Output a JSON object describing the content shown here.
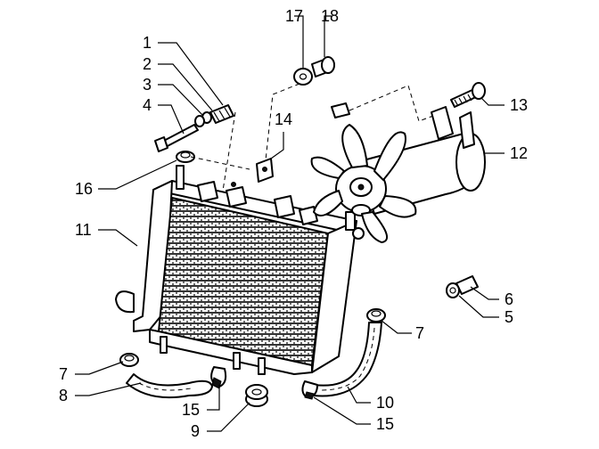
{
  "callouts": [
    {
      "id": "c1",
      "text": "1"
    },
    {
      "id": "c2",
      "text": "2"
    },
    {
      "id": "c3",
      "text": "3"
    },
    {
      "id": "c4",
      "text": "4"
    },
    {
      "id": "c5",
      "text": "5"
    },
    {
      "id": "c6",
      "text": "6"
    },
    {
      "id": "c7a",
      "text": "7"
    },
    {
      "id": "c7b",
      "text": "7"
    },
    {
      "id": "c8",
      "text": "8"
    },
    {
      "id": "c9",
      "text": "9"
    },
    {
      "id": "c10",
      "text": "10"
    },
    {
      "id": "c11",
      "text": "11"
    },
    {
      "id": "c12",
      "text": "12"
    },
    {
      "id": "c13",
      "text": "13"
    },
    {
      "id": "c14",
      "text": "14"
    },
    {
      "id": "c15a",
      "text": "15"
    },
    {
      "id": "c15b",
      "text": "15"
    },
    {
      "id": "c16",
      "text": "16"
    },
    {
      "id": "c17",
      "text": "17"
    },
    {
      "id": "c18",
      "text": "18"
    }
  ]
}
